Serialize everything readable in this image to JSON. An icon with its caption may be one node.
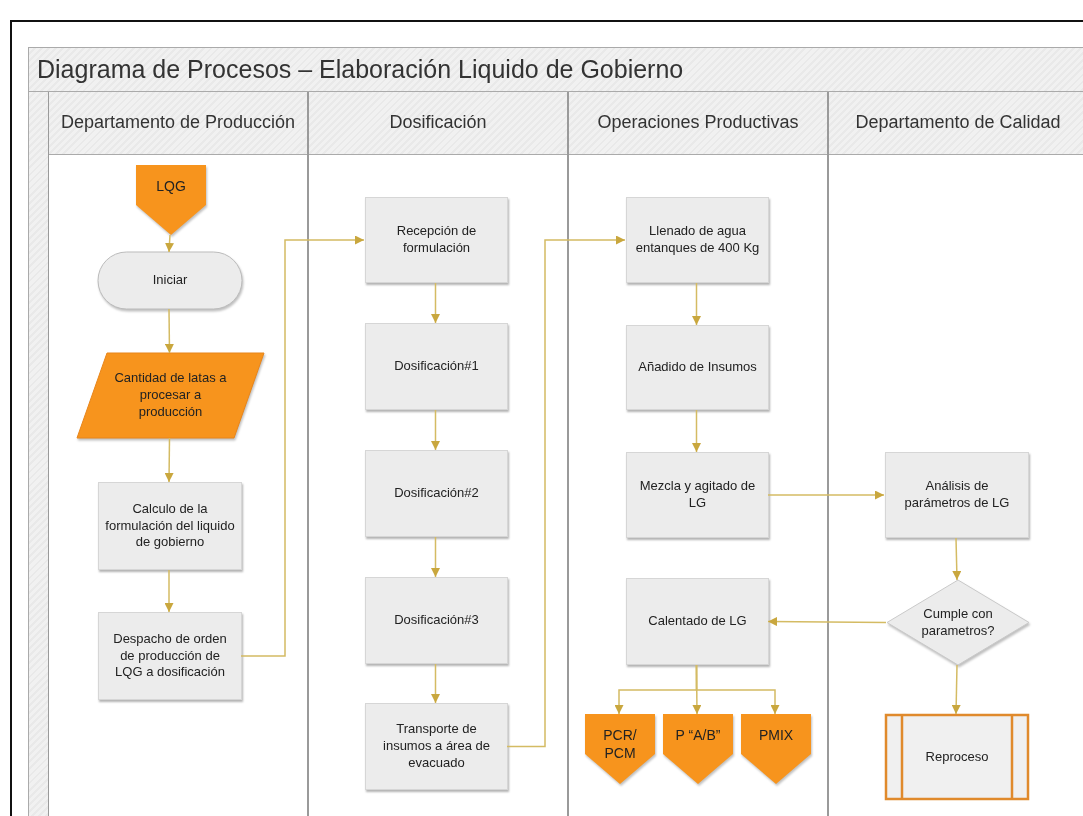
{
  "diagram": {
    "title": "Diagrama de Procesos – Elaboración Liquido de Gobierno",
    "nodes": [
      {
        "text": [
          "Departamento de Producción"
        ]
      },
      {
        "text": [
          "Dosificación"
        ]
      },
      {
        "text": [
          "Operaciones Productivas"
        ]
      },
      {
        "text": [
          "Departamento de Calidad"
        ]
      },
      {
        "text": [
          "LQG"
        ],
        "in": 0
      },
      {
        "text": [
          "Iniciar"
        ],
        "in": 0
      },
      {
        "text": [
          "Cantidad de latas a procesar a producción"
        ],
        "in": 0
      },
      {
        "text": [
          "Calculo de la formulación del liquido de gobierno"
        ],
        "in": 0
      },
      {
        "text": [
          "Despacho de orden de producción de LQG a dosificación"
        ],
        "in": 0
      },
      {
        "text": [
          "Recepción de formulación"
        ],
        "in": 1
      },
      {
        "text": [
          "Dosificación#1"
        ],
        "in": 1
      },
      {
        "text": [
          "Dosificación#2"
        ],
        "in": 1
      },
      {
        "text": [
          "Dosificación#3"
        ],
        "in": 1
      },
      {
        "text": [
          "Transporte de insumos a área de evacuado"
        ],
        "in": 1
      },
      {
        "text": [
          "Llenado de agua entanques de 400 Kg"
        ],
        "in": 2
      },
      {
        "text": [
          "Añadido de Insumos"
        ],
        "in": 2
      },
      {
        "text": [
          "Mezcla y agitado de LG"
        ],
        "in": 2
      },
      {
        "text": [
          "Calentado de LG"
        ],
        "in": 2
      },
      {
        "text": [
          "PCR/ PCM"
        ],
        "in": 2
      },
      {
        "text": [
          "P “A/B”"
        ],
        "in": 2
      },
      {
        "text": [
          "PMIX"
        ],
        "in": 2
      },
      {
        "text": [
          "Análisis de parámetros de LG"
        ],
        "in": 3
      },
      {
        "text": [
          "Cumple con parametros?"
        ],
        "in": 3
      },
      {
        "text": [
          "Reproceso"
        ],
        "in": 3
      }
    ],
    "edges": [
      {
        "from": 4,
        "to": 5,
        "arrow": "to"
      },
      {
        "from": 5,
        "to": 6,
        "arrow": "to"
      },
      {
        "from": 6,
        "to": 7,
        "arrow": "to"
      },
      {
        "from": 7,
        "to": 8,
        "arrow": "to"
      },
      {
        "from": 8,
        "to": 9,
        "arrow": "to"
      },
      {
        "from": 9,
        "to": 10,
        "arrow": "to"
      },
      {
        "from": 10,
        "to": 11,
        "arrow": "to"
      },
      {
        "from": 11,
        "to": 12,
        "arrow": "to"
      },
      {
        "from": 12,
        "to": 13,
        "arrow": "to"
      },
      {
        "from": 13,
        "to": 14,
        "arrow": "to"
      },
      {
        "from": 14,
        "to": 15,
        "arrow": "to"
      },
      {
        "from": 15,
        "to": 16,
        "arrow": "to"
      },
      {
        "from": 16,
        "to": 21,
        "arrow": "to"
      },
      {
        "from": 21,
        "to": 22,
        "arrow": "to"
      },
      {
        "from": 22,
        "to": 17,
        "arrow": "to"
      },
      {
        "from": 22,
        "to": 23,
        "arrow": "to"
      },
      {
        "from": 17,
        "to": 18,
        "arrow": "to"
      },
      {
        "from": 17,
        "to": 19,
        "arrow": "to"
      },
      {
        "from": 17,
        "to": 20,
        "arrow": "to"
      }
    ]
  }
}
